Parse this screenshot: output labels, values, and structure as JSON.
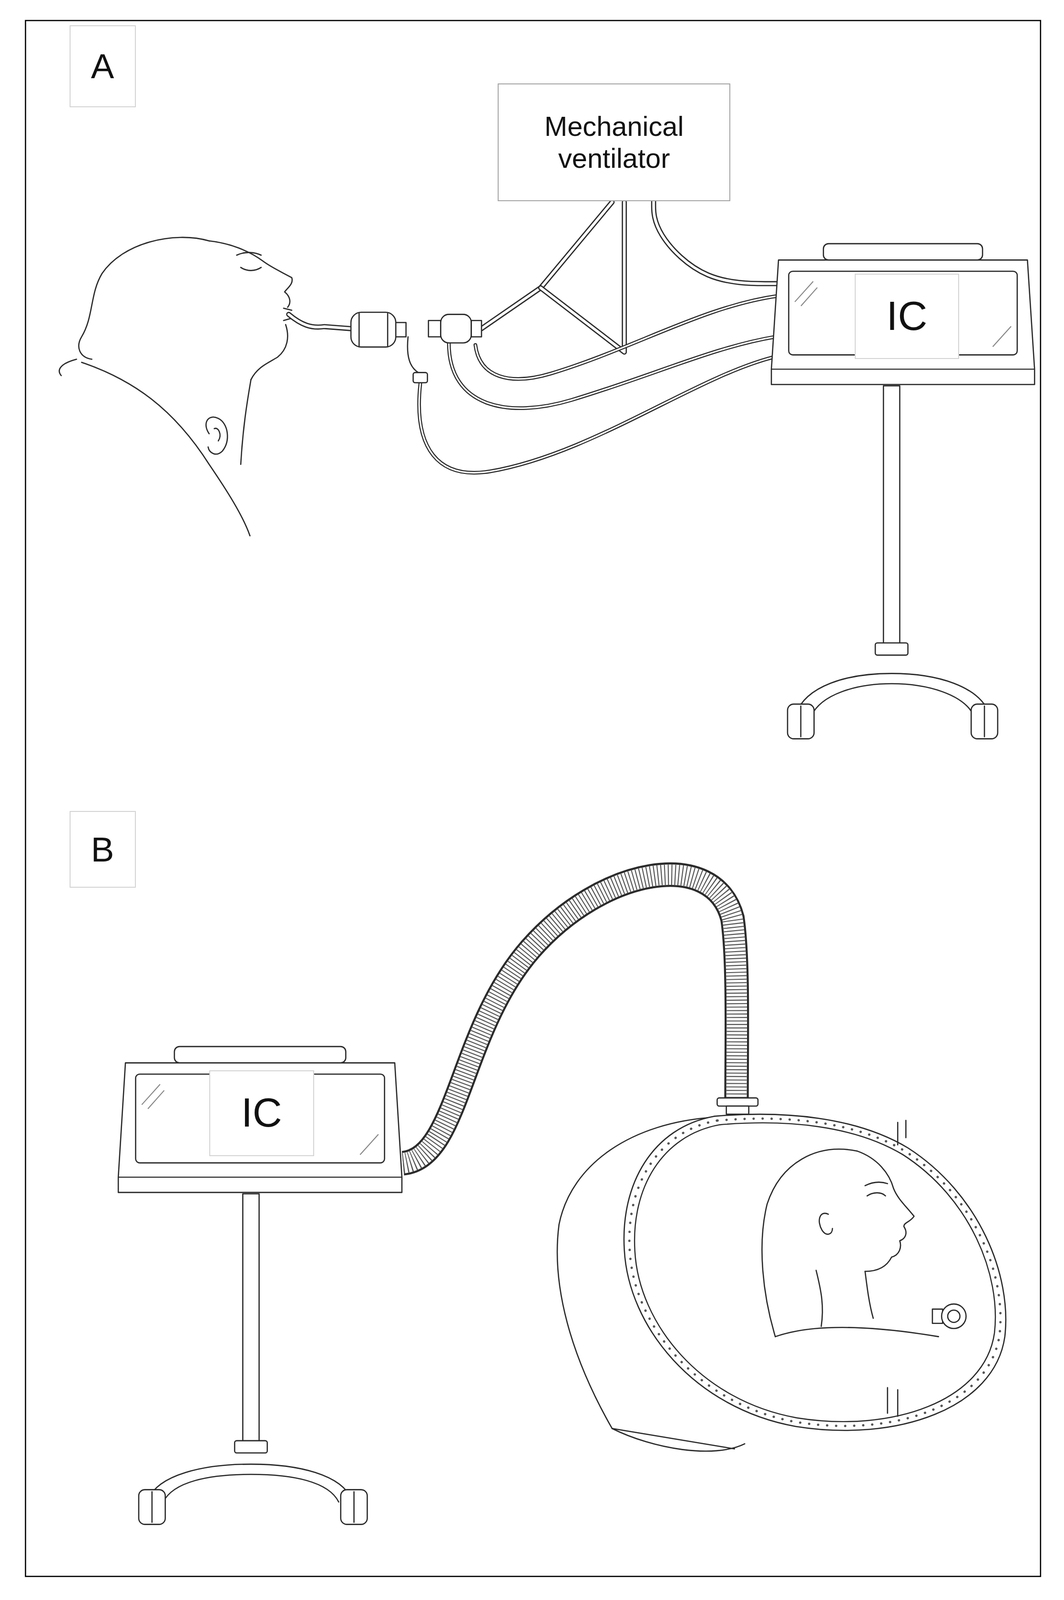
{
  "diagram": {
    "nodes": [
      {
        "text": [
          "A"
        ]
      },
      {
        "text": [
          "Mechanical ventilator"
        ]
      },
      {
        "text": [
          "IC"
        ]
      },
      {
        "text": [
          "B"
        ]
      },
      {
        "text": [
          "IC"
        ]
      }
    ],
    "edges": [
      {
        "from": 1,
        "to": 2,
        "arrow": "none"
      }
    ]
  }
}
